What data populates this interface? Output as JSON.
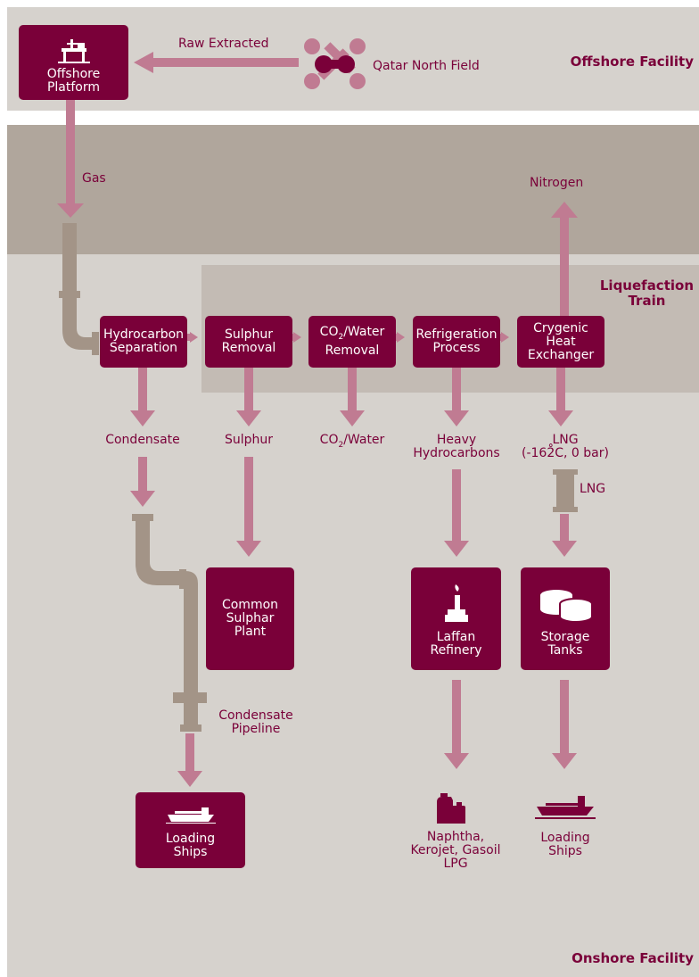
{
  "colors": {
    "primary": "#7a0039",
    "arrow": "#c07b92",
    "pipe": "#a39487",
    "band_light": "#d6d2cd",
    "band_dark": "#b0a69c",
    "train_bg": "#c3bbb4"
  },
  "sections": {
    "offshore": "Offshore Facility",
    "onshore": "Onshore Facility",
    "liquefaction": "Liquefaction\nTrain"
  },
  "offshore": {
    "platform": "Offshore\nPlatform",
    "raw_extracted": "Raw Extracted",
    "source": "Qatar North Field",
    "gas": "Gas",
    "nitrogen": "Nitrogen"
  },
  "process": {
    "hydrocarbon_separation": "Hydrocarbon\nSeparation",
    "sulphur_removal": "Sulphur\nRemoval",
    "co2_water_removal": {
      "pre": "CO",
      "sub": "2",
      "post": "/Water\nRemoval"
    },
    "refrigeration_process": "Refrigeration\nProcess",
    "cryogenic_heat_exchanger": "Crygenic\nHeat\nExchanger"
  },
  "outputs": {
    "condensate": "Condensate",
    "sulphur": "Sulphur",
    "co2_water": {
      "pre": "CO",
      "sub": "2",
      "post": "/Water"
    },
    "heavy_hydrocarbons": "Heavy\nHydrocarbons",
    "lng": "LNG\n(-162̊C, 0 bar)",
    "lng_pipe": "LNG"
  },
  "destinations": {
    "common_sulphar_plant": "Common\nSulphar\nPlant",
    "laffan_refinery": "Laffan\nRefinery",
    "storage_tanks": "Storage\nTanks",
    "loading_ships_left": "Loading\nShips",
    "condensate_pipeline": "Condensate\nPipeline",
    "refinery_products": "Naphtha,\nKerojet, Gasoil\nLPG",
    "loading_ships_right": "Loading\nShips"
  }
}
